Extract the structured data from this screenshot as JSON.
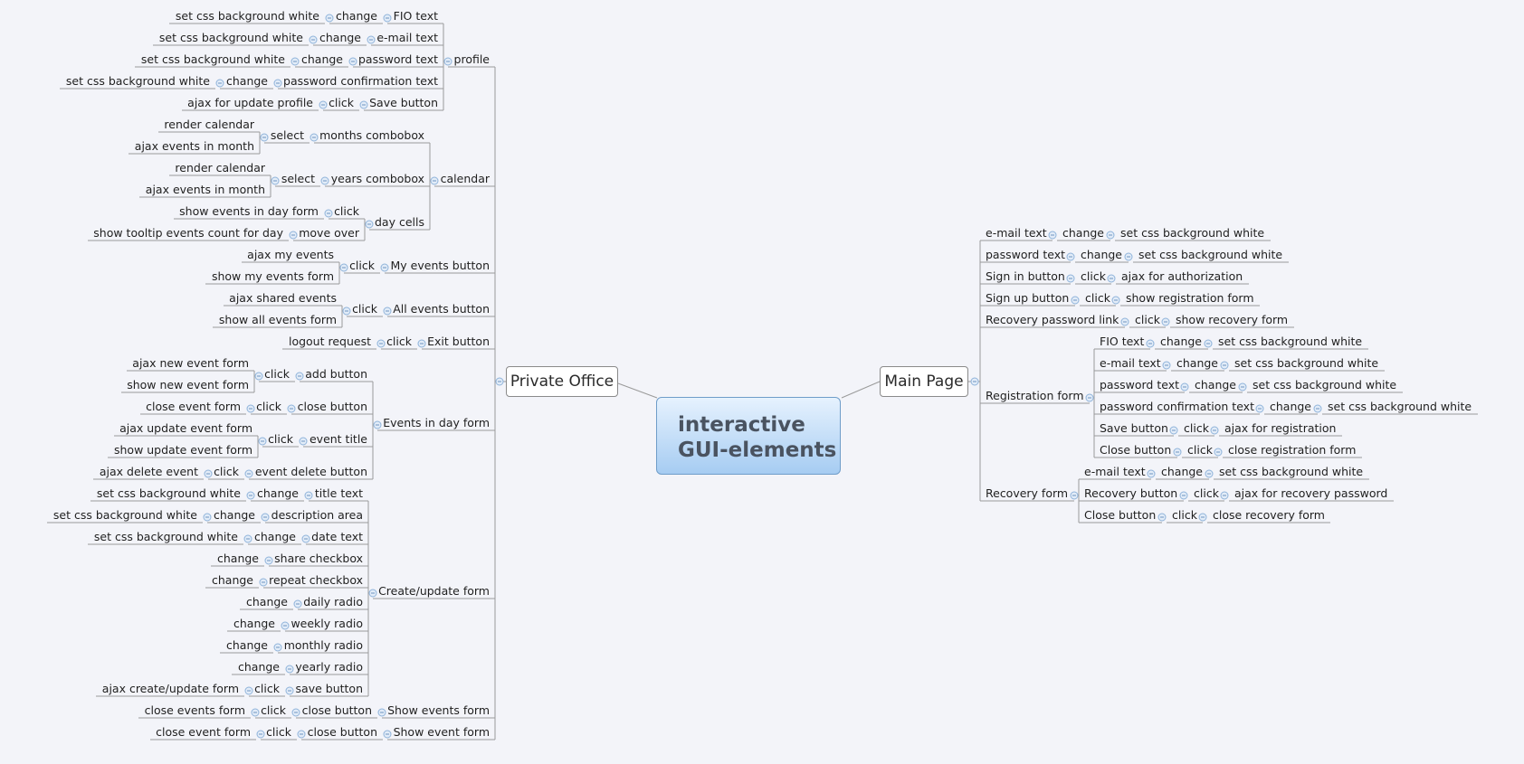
{
  "central": {
    "line1": "interactive",
    "line2": "GUI-elements"
  },
  "left_branch": {
    "label": "Private Office",
    "children": [
      {
        "label": "profile",
        "children": [
          {
            "label": "FIO text",
            "children": [
              {
                "label": "change",
                "children": [
                  {
                    "label": "set css background white"
                  }
                ]
              }
            ]
          },
          {
            "label": "e-mail text",
            "children": [
              {
                "label": "change",
                "children": [
                  {
                    "label": "set css background white"
                  }
                ]
              }
            ]
          },
          {
            "label": "password text",
            "children": [
              {
                "label": "change",
                "children": [
                  {
                    "label": "set css background white"
                  }
                ]
              }
            ]
          },
          {
            "label": "password confirmation text",
            "children": [
              {
                "label": "change",
                "children": [
                  {
                    "label": "set css background white"
                  }
                ]
              }
            ]
          },
          {
            "label": "Save button",
            "children": [
              {
                "label": "click",
                "children": [
                  {
                    "label": "ajax for update profile"
                  }
                ]
              }
            ]
          }
        ]
      },
      {
        "label": "calendar",
        "children": [
          {
            "label": "months combobox",
            "children": [
              {
                "label": "select",
                "children": [
                  {
                    "label": "render calendar"
                  },
                  {
                    "label": "ajax events in month"
                  }
                ]
              }
            ]
          },
          {
            "label": "years combobox",
            "children": [
              {
                "label": "select",
                "children": [
                  {
                    "label": "render calendar"
                  },
                  {
                    "label": "ajax events in month"
                  }
                ]
              }
            ]
          },
          {
            "label": "day cells",
            "children": [
              {
                "label": "click",
                "children": [
                  {
                    "label": "show events in day form"
                  }
                ]
              },
              {
                "label": "move over",
                "children": [
                  {
                    "label": "show tooltip events count for day"
                  }
                ]
              }
            ]
          }
        ]
      },
      {
        "label": "My events button",
        "children": [
          {
            "label": "click",
            "children": [
              {
                "label": "ajax my events"
              },
              {
                "label": "show my events form"
              }
            ]
          }
        ]
      },
      {
        "label": "All events button",
        "children": [
          {
            "label": "click",
            "children": [
              {
                "label": "ajax shared events"
              },
              {
                "label": "show all events form"
              }
            ]
          }
        ]
      },
      {
        "label": "Exit button",
        "children": [
          {
            "label": "click",
            "children": [
              {
                "label": "logout request"
              }
            ]
          }
        ]
      },
      {
        "label": "Events in day form",
        "children": [
          {
            "label": "add button",
            "children": [
              {
                "label": "click",
                "children": [
                  {
                    "label": "ajax new event form"
                  },
                  {
                    "label": "show new event form"
                  }
                ]
              }
            ]
          },
          {
            "label": "close button",
            "children": [
              {
                "label": "click",
                "children": [
                  {
                    "label": "close event form"
                  }
                ]
              }
            ]
          },
          {
            "label": "event title",
            "children": [
              {
                "label": "click",
                "children": [
                  {
                    "label": "ajax update event form"
                  },
                  {
                    "label": "show update event form"
                  }
                ]
              }
            ]
          },
          {
            "label": "event delete button",
            "children": [
              {
                "label": "click",
                "children": [
                  {
                    "label": "ajax delete event"
                  }
                ]
              }
            ]
          }
        ]
      },
      {
        "label": "Create/update form",
        "children": [
          {
            "label": "title text",
            "children": [
              {
                "label": "change",
                "children": [
                  {
                    "label": "set css background white"
                  }
                ]
              }
            ]
          },
          {
            "label": "description area",
            "children": [
              {
                "label": "change",
                "children": [
                  {
                    "label": "set css background white"
                  }
                ]
              }
            ]
          },
          {
            "label": "date text",
            "children": [
              {
                "label": "change",
                "children": [
                  {
                    "label": "set css background white"
                  }
                ]
              }
            ]
          },
          {
            "label": "share checkbox",
            "children": [
              {
                "label": "change"
              }
            ]
          },
          {
            "label": "repeat checkbox",
            "children": [
              {
                "label": "change"
              }
            ]
          },
          {
            "label": "daily radio",
            "children": [
              {
                "label": "change"
              }
            ]
          },
          {
            "label": "weekly radio",
            "children": [
              {
                "label": "change"
              }
            ]
          },
          {
            "label": "monthly radio",
            "children": [
              {
                "label": "change"
              }
            ]
          },
          {
            "label": "yearly radio",
            "children": [
              {
                "label": "change"
              }
            ]
          },
          {
            "label": "save button",
            "children": [
              {
                "label": "click",
                "children": [
                  {
                    "label": "ajax create/update form"
                  }
                ]
              }
            ]
          }
        ]
      },
      {
        "label": "Show events form",
        "children": [
          {
            "label": "close button",
            "children": [
              {
                "label": "click",
                "children": [
                  {
                    "label": "close events form"
                  }
                ]
              }
            ]
          }
        ]
      },
      {
        "label": "Show event form",
        "children": [
          {
            "label": "close button",
            "children": [
              {
                "label": "click",
                "children": [
                  {
                    "label": "close event form"
                  }
                ]
              }
            ]
          }
        ]
      }
    ]
  },
  "right_branch": {
    "label": "Main Page",
    "children": [
      {
        "label": "e-mail text",
        "children": [
          {
            "label": "change",
            "children": [
              {
                "label": "set css background white"
              }
            ]
          }
        ]
      },
      {
        "label": "password text",
        "children": [
          {
            "label": "change",
            "children": [
              {
                "label": "set css background white"
              }
            ]
          }
        ]
      },
      {
        "label": "Sign in button",
        "children": [
          {
            "label": "click",
            "children": [
              {
                "label": "ajax for authorization"
              }
            ]
          }
        ]
      },
      {
        "label": "Sign up button",
        "children": [
          {
            "label": "click",
            "children": [
              {
                "label": "show registration form"
              }
            ]
          }
        ]
      },
      {
        "label": "Recovery password link",
        "children": [
          {
            "label": "click",
            "children": [
              {
                "label": "show recovery form"
              }
            ]
          }
        ]
      },
      {
        "label": "Registration form",
        "children": [
          {
            "label": "FIO text",
            "children": [
              {
                "label": "change",
                "children": [
                  {
                    "label": "set css background white"
                  }
                ]
              }
            ]
          },
          {
            "label": "e-mail text",
            "children": [
              {
                "label": "change",
                "children": [
                  {
                    "label": "set css background white"
                  }
                ]
              }
            ]
          },
          {
            "label": "password text",
            "children": [
              {
                "label": "change",
                "children": [
                  {
                    "label": "set css background white"
                  }
                ]
              }
            ]
          },
          {
            "label": "password confirmation text",
            "children": [
              {
                "label": "change",
                "children": [
                  {
                    "label": "set css background white"
                  }
                ]
              }
            ]
          },
          {
            "label": "Save button",
            "children": [
              {
                "label": "click",
                "children": [
                  {
                    "label": "ajax for registration"
                  }
                ]
              }
            ]
          },
          {
            "label": "Close button",
            "children": [
              {
                "label": "click",
                "children": [
                  {
                    "label": "close registration form"
                  }
                ]
              }
            ]
          }
        ]
      },
      {
        "label": "Recovery form",
        "children": [
          {
            "label": "e-mail text",
            "children": [
              {
                "label": "change",
                "children": [
                  {
                    "label": "set css background white"
                  }
                ]
              }
            ]
          },
          {
            "label": "Recovery button",
            "children": [
              {
                "label": "click",
                "children": [
                  {
                    "label": "ajax for recovery password"
                  }
                ]
              }
            ]
          },
          {
            "label": "Close button",
            "children": [
              {
                "label": "click",
                "children": [
                  {
                    "label": "close recovery form"
                  }
                ]
              }
            ]
          }
        ]
      }
    ]
  }
}
